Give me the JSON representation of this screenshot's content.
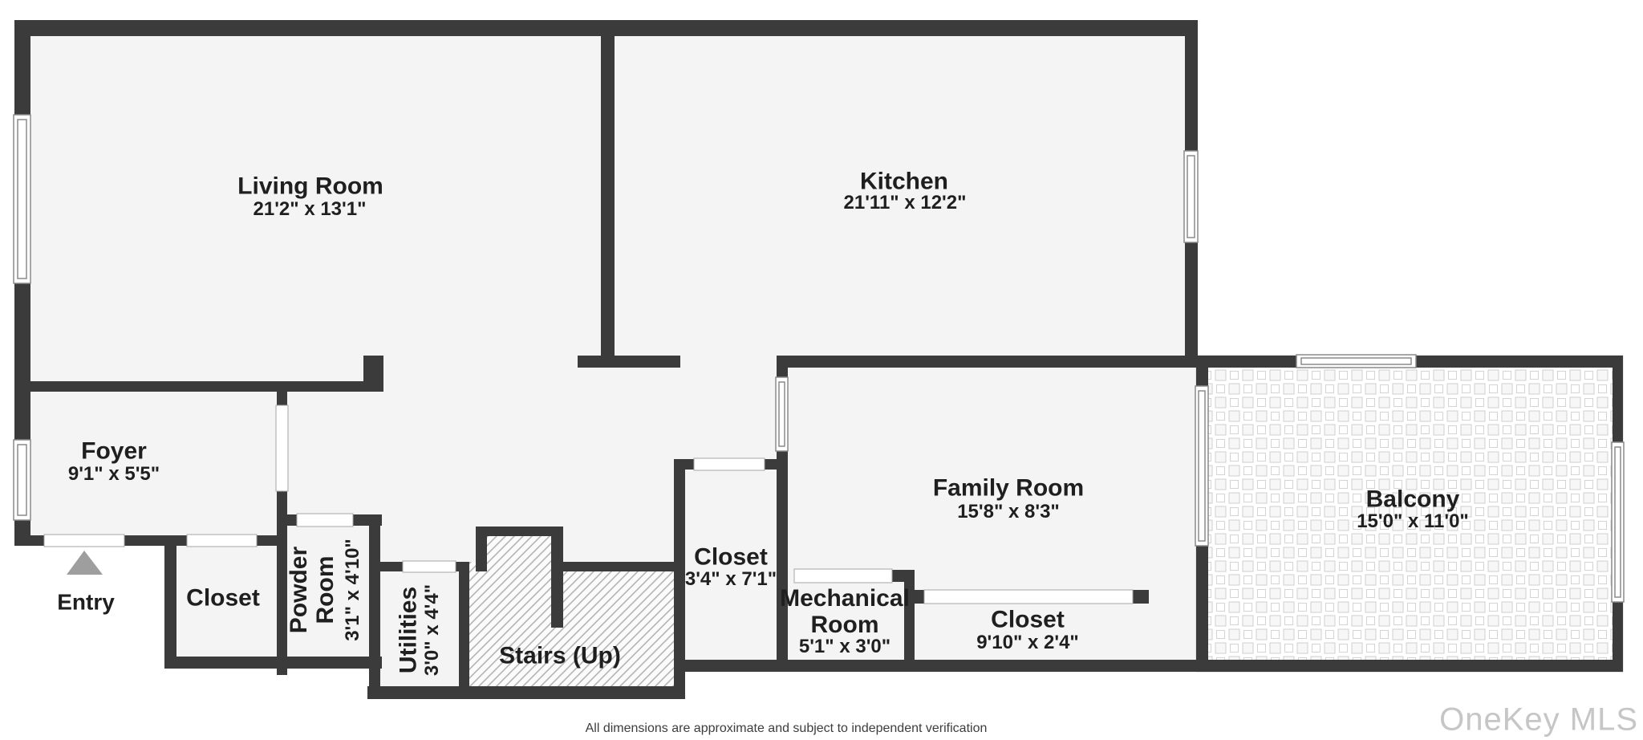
{
  "rooms": {
    "living_room": {
      "name": "Living Room",
      "dims": "21'2\" x 13'1\""
    },
    "kitchen": {
      "name": "Kitchen",
      "dims": "21'11\" x 12'2\""
    },
    "foyer": {
      "name": "Foyer",
      "dims": "9'1\" x 5'5\""
    },
    "entry_closet": {
      "name": "Closet"
    },
    "powder_room": {
      "name": "Powder Room",
      "dims": "3'1\" x 4'10\""
    },
    "utilities": {
      "name": "Utilities",
      "dims": "3'0\" x 4'4\""
    },
    "stairs": {
      "name": "Stairs (Up)"
    },
    "hall_closet": {
      "name": "Closet",
      "dims": "3'4\" x 7'1\""
    },
    "mechanical_room": {
      "name": "Mechanical Room",
      "dims": "5'1\" x 3'0\""
    },
    "family_room": {
      "name": "Family Room",
      "dims": "15'8\" x 8'3\""
    },
    "family_closet": {
      "name": "Closet",
      "dims": "9'10\" x 2'4\""
    },
    "balcony": {
      "name": "Balcony",
      "dims": "15'0\" x 11'0\""
    }
  },
  "entry": {
    "label": "Entry"
  },
  "footer": {
    "disclaimer": "All dimensions are approximate and subject to independent verification"
  },
  "watermark": {
    "text": "OneKey MLS"
  },
  "colors": {
    "wall": "#3b3b3b",
    "floor": "#f4f4f4",
    "hatch_line": "#b4b4b4",
    "tile_line": "#cfcfcf",
    "entry_arrow": "#9e9e9e",
    "watermark": "#c6c6c6"
  }
}
